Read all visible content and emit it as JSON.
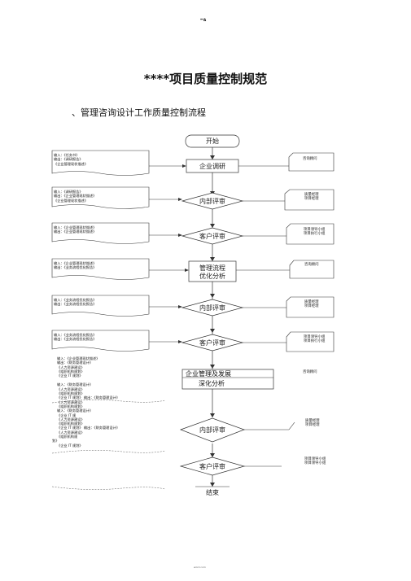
{
  "header_mark": "**A",
  "title": "****项目质量控制规范",
  "subtitle": "、管理咨询设计工作质量控制流程",
  "footer_mark": "word.com",
  "flow": {
    "start": "开始",
    "step1": "企业调研",
    "step2": "内部评审",
    "step3": "客户评审",
    "step4_line1": "管理流程",
    "step4_line2": "优化分析",
    "step5": "内部评审",
    "step6": "客户评审",
    "step7_line1": "企业管理及发展",
    "step7_line2": "深化分析",
    "step8": "内部评审",
    "step9": "客户评审",
    "end": "结束"
  },
  "inputs": [
    {
      "lines": [
        "输入：《任务书》",
        "输出：《调研报告》",
        "      《企业管理现状描述》"
      ]
    },
    {
      "lines": [
        "输入：《调研报告》",
        "输出：《企业管理现状描述》",
        "      《企业管理现状描述》"
      ]
    },
    {
      "lines": [
        "输入：《企业管理现状描述》",
        "输出：《企业管理现状描述》"
      ]
    },
    {
      "lines": [
        "输入：《企业管理现状描述》",
        "输出：《业务流程优化报告》"
      ]
    },
    {
      "lines": [
        "输入：《业务流程优化报告》",
        "输出：《业务流程优化报告》"
      ]
    },
    {
      "lines": [
        "输入：《业务流程优化报告》",
        "输出：《业务流程优化报告》"
      ]
    }
  ],
  "lower_text": [
    "输入：《企业管理现状描述》",
    "输出：《财务管理设计》",
    "      《人力资源建设》",
    "      《组织机构规划》",
    "      《企业 IT 规划》",
    "输入：《财务管理设计》",
    "      《人力资源建设》",
    "      《组织机构规划》",
    "      《企业 IT 规划》  输出：《财务管理设计》",
    "      《人力资源建设》",
    "      《组织机构规划》",
    "输入：《财务管理设计》",
    "      《企业 IT 规",
    "",
    "      《人力资源建设》",
    "      《组织机构规划》",
    "      《企业 IT 规划》  输出：《财务管理设计》",
    "      《人力资源建设》",
    "      《组织机构规",
    "划》",
    "      《企业 IT 规划》"
  ],
  "roles": [
    [
      "咨询顾问"
    ],
    [
      "质量经理",
      "项目经理"
    ],
    [
      "项目领导小组",
      "项目执行小组"
    ],
    [
      "咨询顾问"
    ],
    [
      "质量经理",
      "项目经理"
    ],
    [
      "项目领导小组",
      "项目执行小组"
    ],
    [
      "咨询顾问"
    ],
    [
      "质量经理",
      "项目经理"
    ],
    [
      "项目领导小组",
      "项目领导小组"
    ]
  ]
}
